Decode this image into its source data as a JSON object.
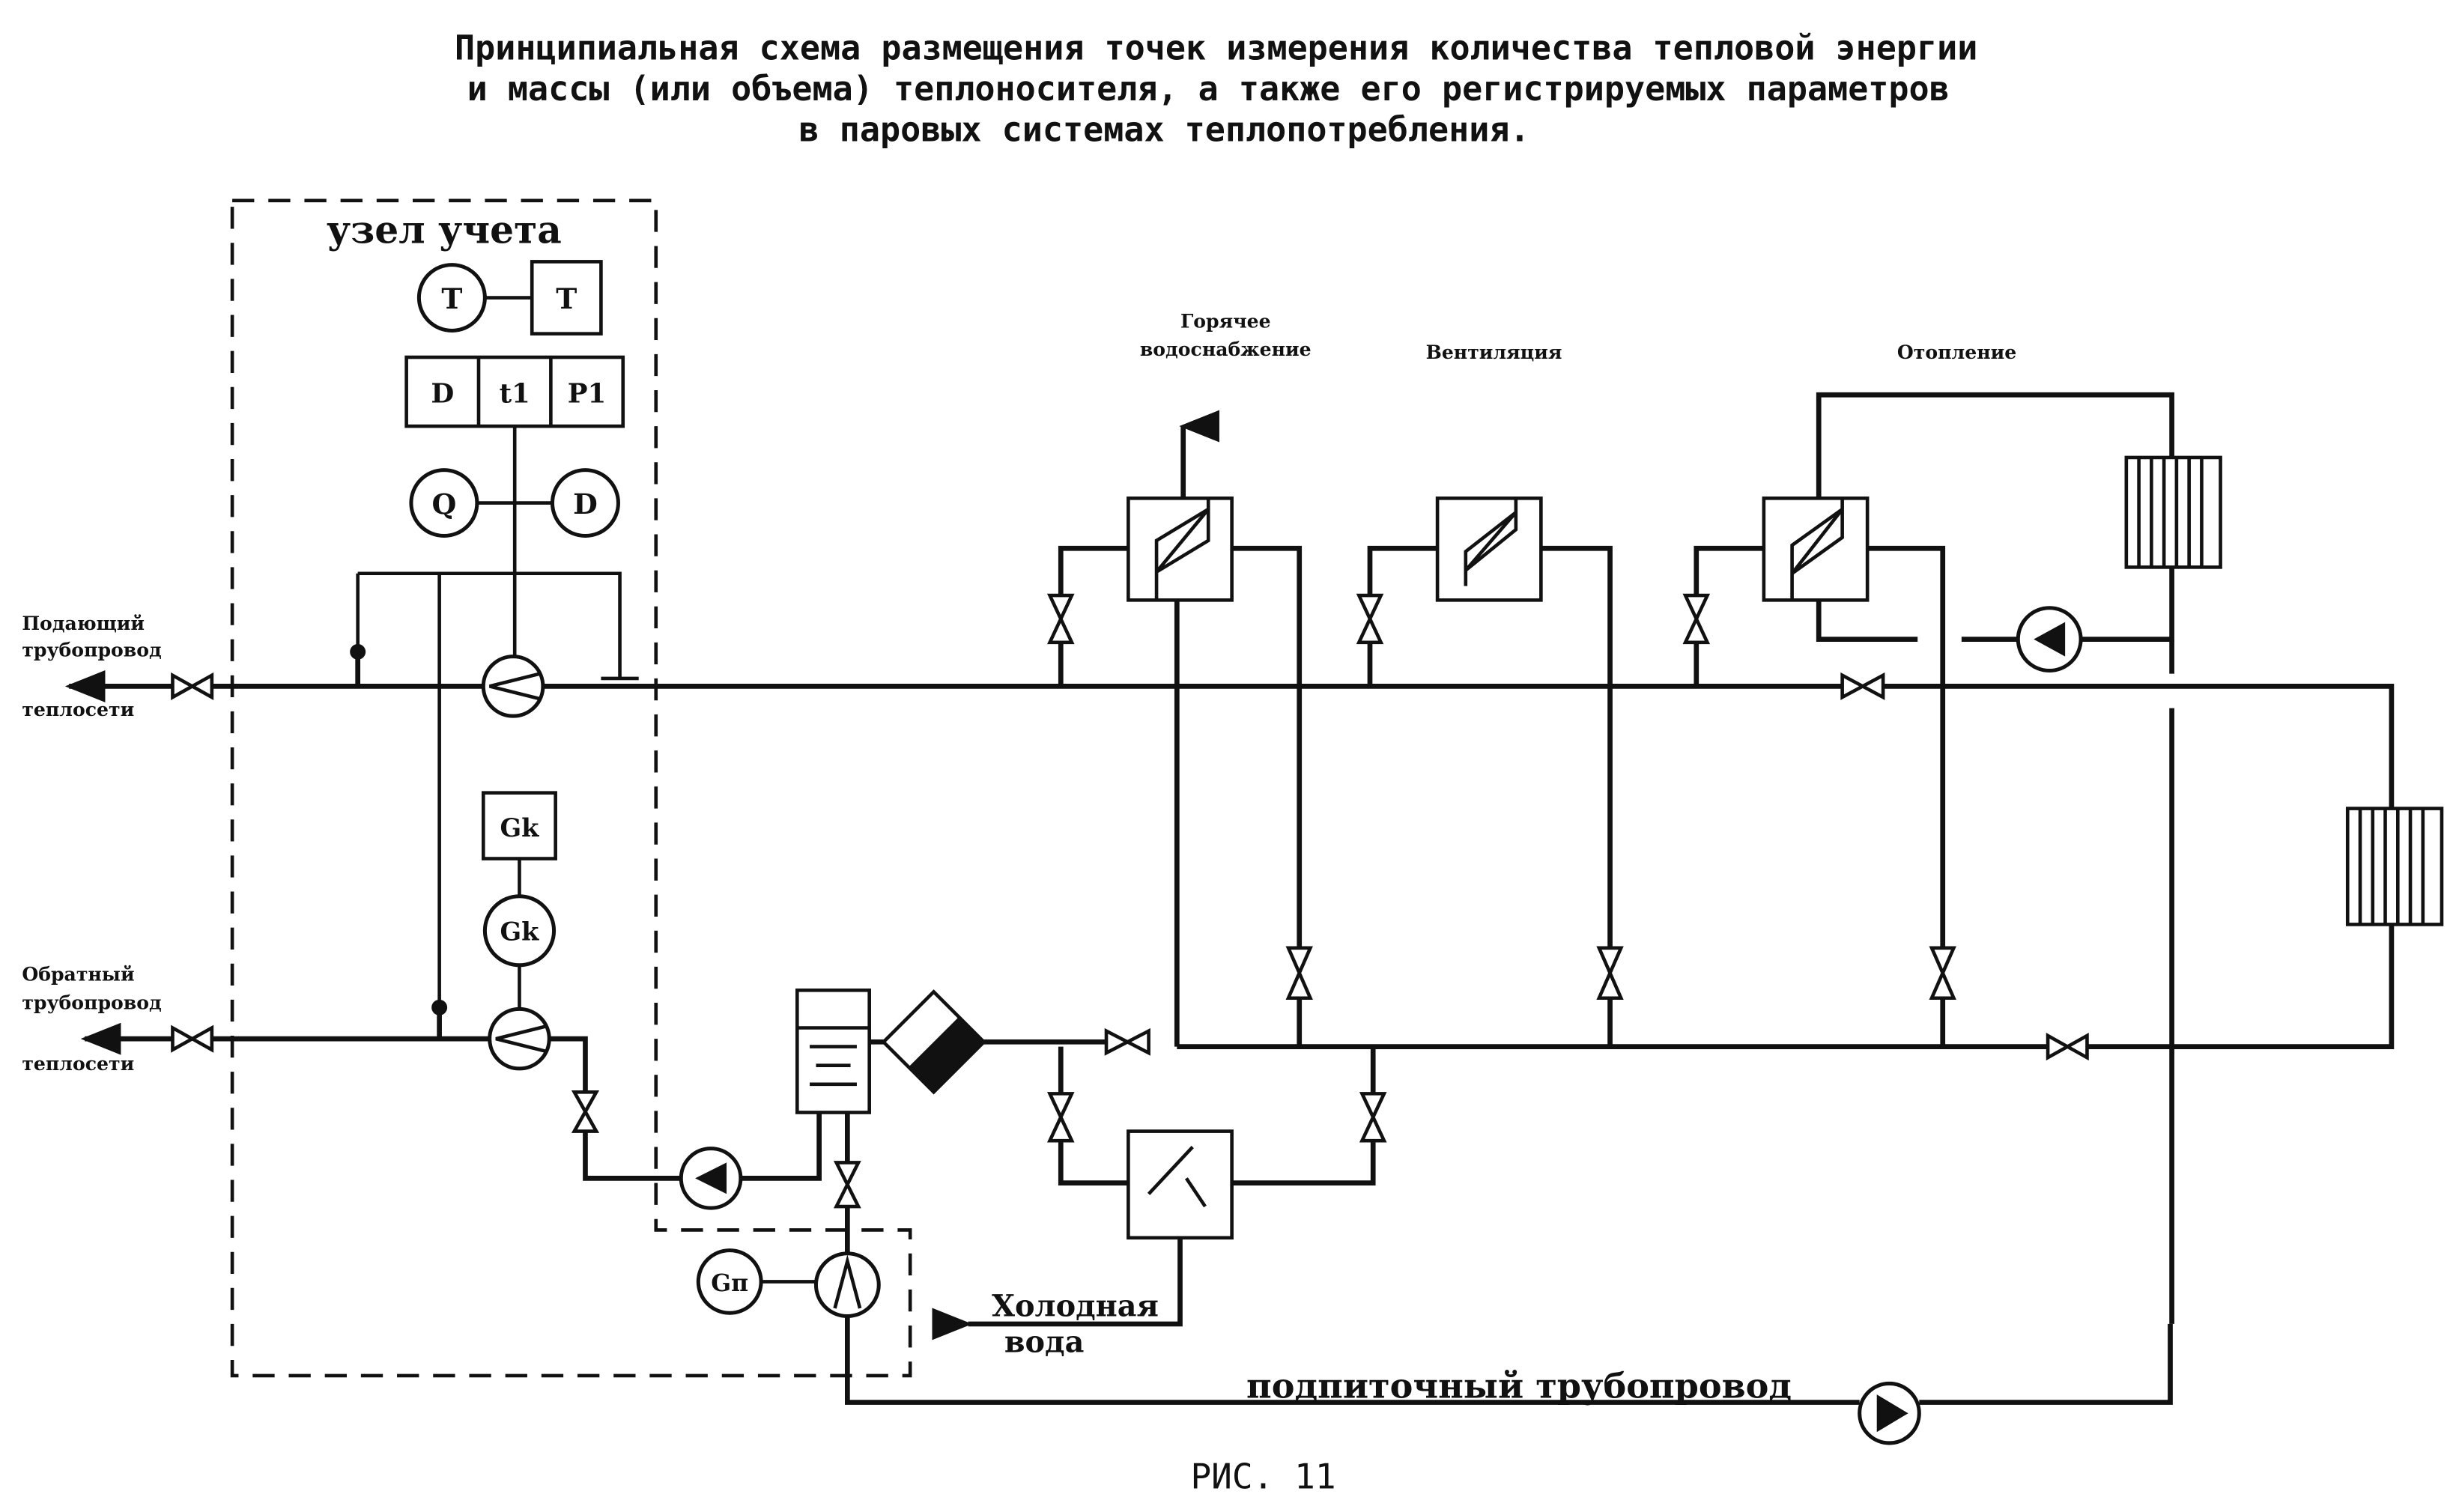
{
  "title": {
    "line1": "Принципиальная схема размещения точек измерения количества тепловой энергии",
    "line2": "и массы (или объема) теплоносителя, а также его регистрируемых параметров",
    "line3": "в паровых системах теплопотребления."
  },
  "metering_unit": {
    "label": "узел учета"
  },
  "instruments": {
    "T_circle": "T",
    "T_box": "T",
    "D_box": "D",
    "t1_box": "t1",
    "P1_box": "P1",
    "Q_circle": "Q",
    "D_circle": "D",
    "Gk_box": "Gk",
    "Gk_circle": "Gk",
    "Gp_circle": "Gп"
  },
  "pipelines": {
    "supply": [
      "Подающий",
      "трубопровод",
      "теплосети"
    ],
    "return": [
      "Обратный",
      "трубопровод",
      "теплосети"
    ],
    "makeup": "подпиточный трубопровод"
  },
  "consumers": {
    "hot_water": [
      "Горячее",
      "водоснабжение"
    ],
    "ventilation": "Вентиляция",
    "heating": "Отопление"
  },
  "cold_water": [
    "Холодная",
    "вода"
  ],
  "caption": "РИС. 11"
}
